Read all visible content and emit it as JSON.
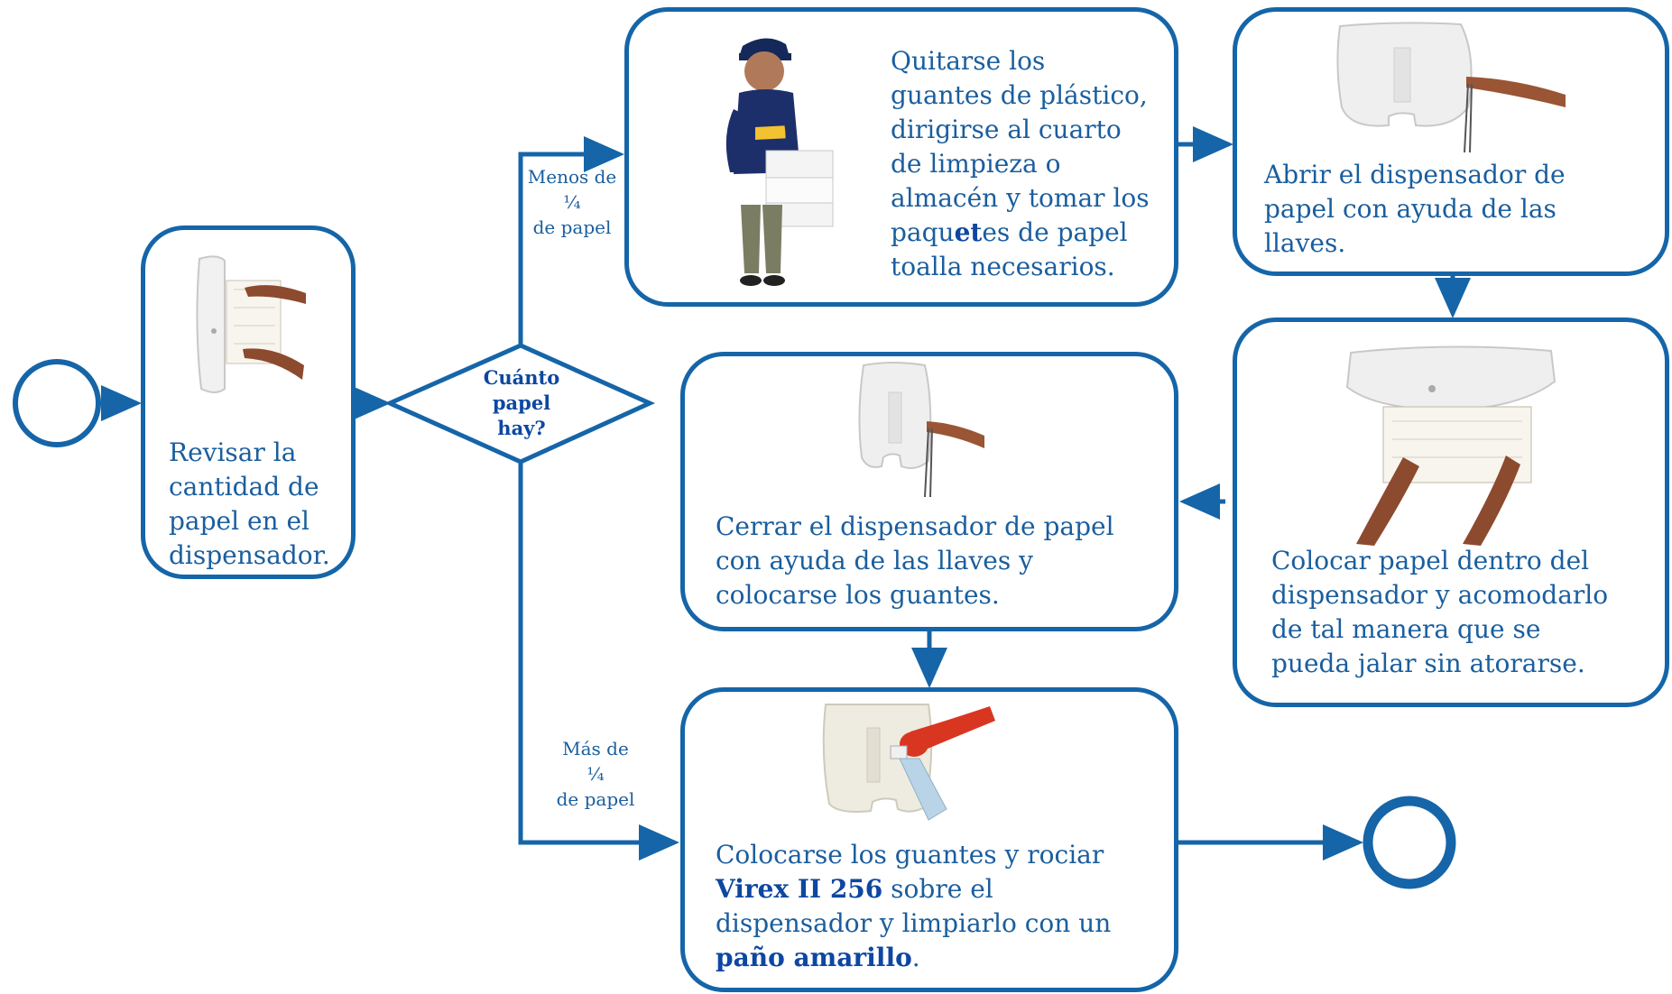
{
  "decision": {
    "label_line1": "Cuánto",
    "label_line2": "papel",
    "label_line3": "hay?"
  },
  "edges": {
    "less_line1": "Menos de",
    "less_line2": "¼",
    "less_line3": "de papel",
    "more_line1": "Más de",
    "more_line2": "¼",
    "more_line3": "de papel"
  },
  "steps": {
    "check": {
      "line1": "Revisar la",
      "line2": "cantidad de",
      "line3": "papel en el",
      "line4": "dispensador."
    },
    "fetch": {
      "line1": "Quitarse los",
      "line2": "guantes de plástico,",
      "line3": "dirigirse al cuarto",
      "line4": "de limpieza o",
      "line5": "almacén y tomar los",
      "line6_a": "paqu",
      "line6_b": "et",
      "line6_c": "es de papel",
      "line7": "toalla necesarios."
    },
    "open": {
      "line1": "Abrir el dispensador  de",
      "line2": "papel con ayuda de las",
      "line3": "llaves."
    },
    "load": {
      "line1": "Colocar papel dentro del",
      "line2": "dispensador y acomodarlo",
      "line3": "de tal manera que se",
      "line4": "pueda jalar sin atorarse."
    },
    "close": {
      "line1": "Cerrar el dispensador de papel",
      "line2": "con ayuda de las llaves y",
      "line3": "colocarse los guantes."
    },
    "clean": {
      "line1": "Colocarse los guantes y rociar",
      "line2_bold": "Virex II 256",
      "line2_rest": " sobre el",
      "line3": "dispensador y  limpiarlo con un",
      "line4_bold": "paño amarillo",
      "line4_rest": "."
    }
  },
  "colors": {
    "stroke": "#1565a8",
    "text": "#1a5e9e",
    "emphasis": "#0d47a1"
  }
}
